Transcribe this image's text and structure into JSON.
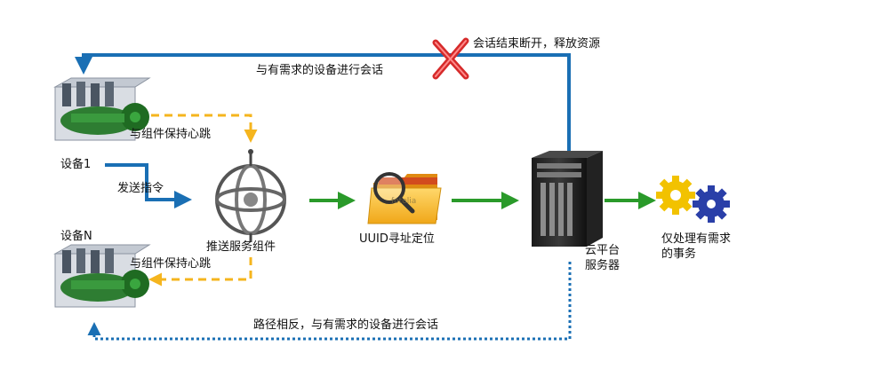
{
  "labels": {
    "top_session": "与有需求的设备进行会话",
    "end_session": "会话结束断开，释放资源",
    "heartbeat_top": "与组件保持心跳",
    "device_1": "设备1",
    "send_cmd": "发送指令",
    "device_n": "设备N",
    "push_component": "推送服务组件",
    "heartbeat_bottom": "与组件保持心跳",
    "uuid_locate": "UUID寻址定位",
    "cloud_server_line1": "云平台",
    "cloud_server_line2": "服务器",
    "only_handle_line1": "仅处理有需求",
    "only_handle_line2": "的事务",
    "bottom_session": "路径相反，与有需求的设备进行会话",
    "folder_watermark": "fotolia"
  },
  "colors": {
    "blue": "#1a6fb4",
    "green": "#2a9a2a",
    "orange": "#f5b51e",
    "red_x": "#d62a2a",
    "gear_yellow": "#f2c200",
    "gear_blue": "#2a3fa8"
  },
  "icons": {
    "devices": "engine-icon",
    "gyro": "gyroscope-icon",
    "folder": "folder-search-icon",
    "server": "server-tower-icon",
    "gears": "gears-icon",
    "disconnect": "cross-icon"
  }
}
